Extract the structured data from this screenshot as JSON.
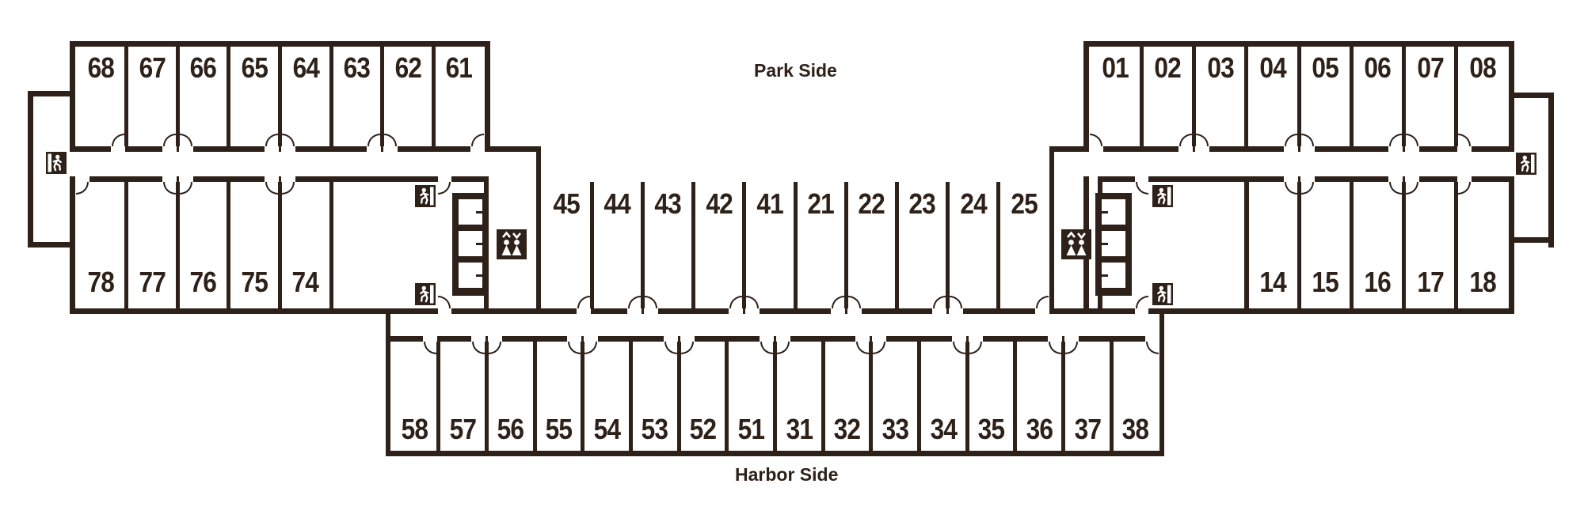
{
  "labels": {
    "park_side": "Park Side",
    "harbor_side": "Harbor Side"
  },
  "rooms": {
    "wing_left_top": [
      "68",
      "67",
      "66",
      "65",
      "64",
      "63",
      "62",
      "61"
    ],
    "wing_left_bottom": [
      "78",
      "77",
      "76",
      "75",
      "74"
    ],
    "middle_top": [
      "45",
      "44",
      "43",
      "42",
      "41",
      "21",
      "22",
      "23",
      "24",
      "25"
    ],
    "bottom_wing": [
      "58",
      "57",
      "56",
      "55",
      "54",
      "53",
      "52",
      "51",
      "31",
      "32",
      "33",
      "34",
      "35",
      "36",
      "37",
      "38"
    ],
    "wing_right_top": [
      "01",
      "02",
      "03",
      "04",
      "05",
      "06",
      "07",
      "08"
    ],
    "wing_right_bottom": [
      "14",
      "15",
      "16",
      "17",
      "18"
    ]
  },
  "icons": {
    "exit": "emergency-exit",
    "elevator": "elevator"
  },
  "colors": {
    "ink": "#2e2119",
    "bg": "#ffffff"
  }
}
